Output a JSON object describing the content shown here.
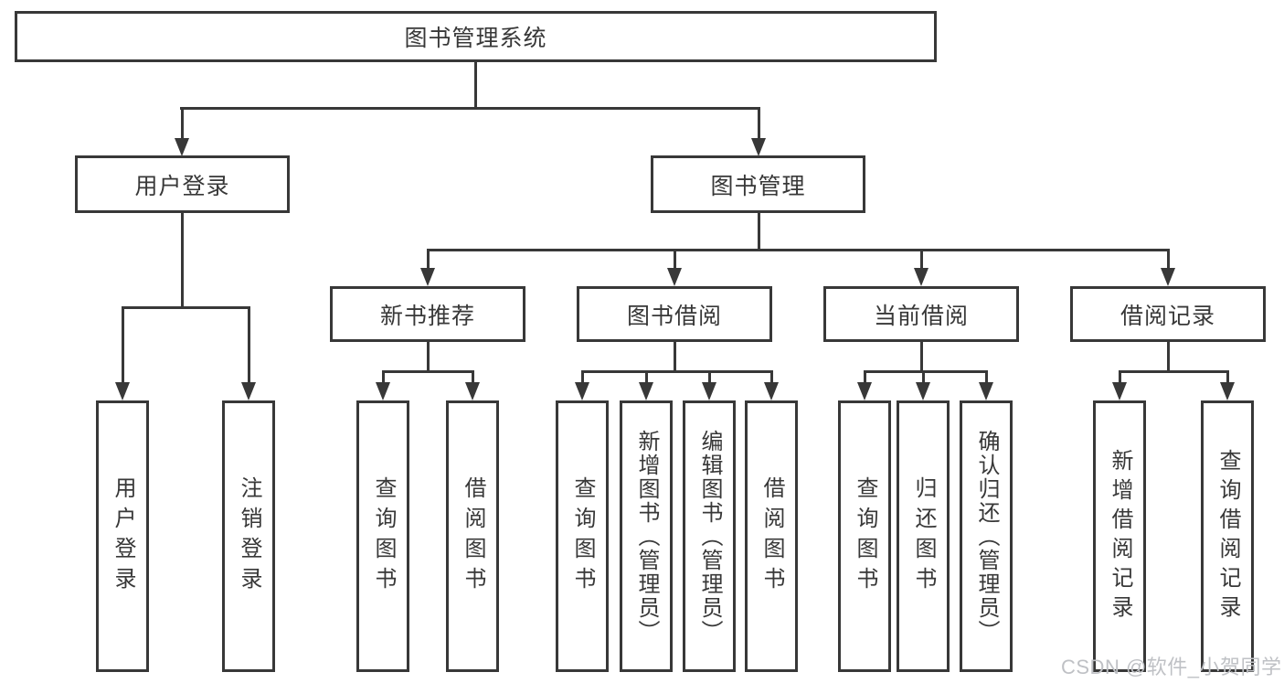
{
  "tree": {
    "label": "图书管理系统",
    "children": [
      {
        "label": "用户登录",
        "children": [
          {
            "label": "用户登录"
          },
          {
            "label": "注销登录"
          }
        ]
      },
      {
        "label": "图书管理",
        "children": [
          {
            "label": "新书推荐",
            "children": [
              {
                "label": "查询图书"
              },
              {
                "label": "借阅图书"
              }
            ]
          },
          {
            "label": "图书借阅",
            "children": [
              {
                "label": "查询图书"
              },
              {
                "label": "新增图书（管理员）"
              },
              {
                "label": "编辑图书（管理员）"
              },
              {
                "label": "借阅图书"
              }
            ]
          },
          {
            "label": "当前借阅",
            "children": [
              {
                "label": "查询图书"
              },
              {
                "label": "归还图书"
              },
              {
                "label": "确认归还（管理员）"
              }
            ]
          },
          {
            "label": "借阅记录",
            "children": [
              {
                "label": "新增借阅记录"
              },
              {
                "label": "查询借阅记录"
              }
            ]
          }
        ]
      }
    ]
  },
  "watermark": {
    "text": "CSDN @软件_小贺同学"
  },
  "colors": {
    "line": "#383838",
    "text": "#383838",
    "box_background": "#ffffff",
    "watermark": "#bfc1c5",
    "page_background": "#ffffff"
  }
}
